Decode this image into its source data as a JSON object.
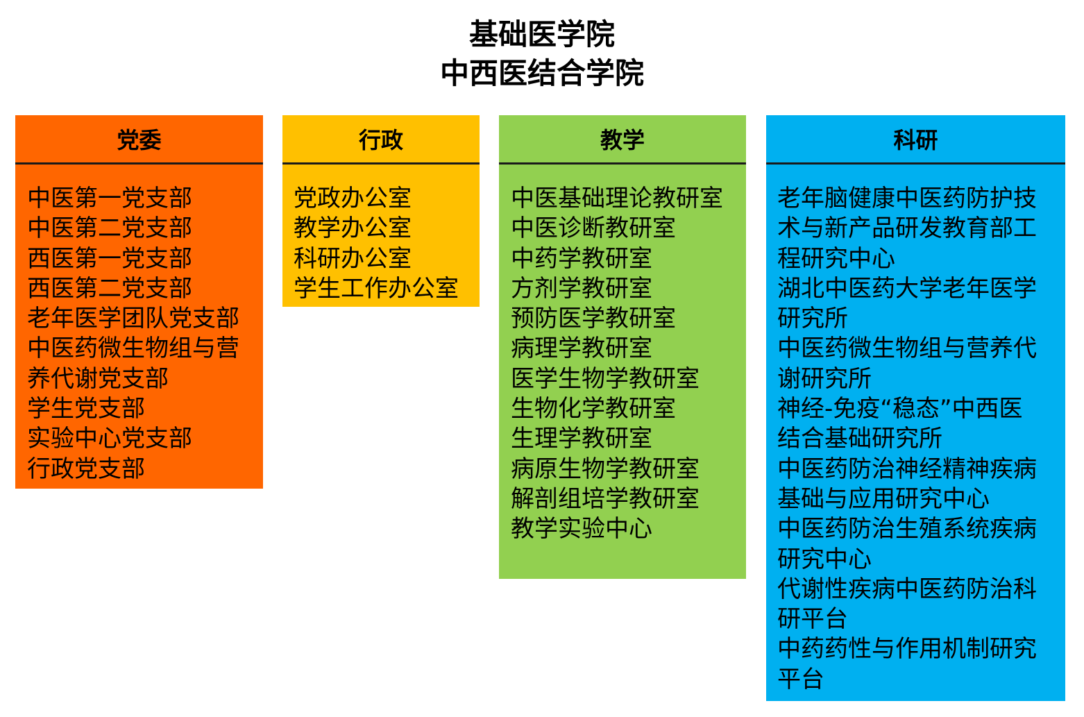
{
  "title": {
    "line1": "基础医学院",
    "line2": "中西医结合学院"
  },
  "colors": {
    "party": "#FF6600",
    "admin": "#FFC000",
    "teaching": "#92D050",
    "research": "#00B0F0"
  },
  "columns": [
    {
      "header": "党委",
      "lines": [
        "中医第一党支部",
        "中医第二党支部",
        "西医第一党支部",
        "西医第二党支部",
        "老年医学团队党支部",
        "中医药微生物组与营",
        "养代谢党支部",
        "学生党支部",
        "实验中心党支部",
        "行政党支部"
      ]
    },
    {
      "header": "行政",
      "lines": [
        "党政办公室",
        "教学办公室",
        "科研办公室",
        "学生工作办公室"
      ]
    },
    {
      "header": "教学",
      "lines": [
        "中医基础理论教研室",
        "中医诊断教研室",
        "中药学教研室",
        "方剂学教研室",
        "预防医学教研室",
        "病理学教研室",
        "医学生物学教研室",
        "生物化学教研室",
        "生理学教研室",
        "病原生物学教研室",
        "解剖组培学教研室",
        "教学实验中心"
      ]
    },
    {
      "header": "科研",
      "lines": [
        "老年脑健康中医药防护技",
        "术与新产品研发教育部工",
        "程研究中心",
        "湖北中医药大学老年医学",
        "研究所",
        "中医药微生物组与营养代",
        "谢研究所",
        "神经-免疫“稳态”中西医",
        "结合基础研究所",
        "中医药防治神经精神疾病",
        "基础与应用研究中心",
        "中医药防治生殖系统疾病",
        "研究中心",
        "代谢性疾病中医药防治科",
        "研平台",
        "中药药性与作用机制研究",
        "平台"
      ]
    }
  ]
}
